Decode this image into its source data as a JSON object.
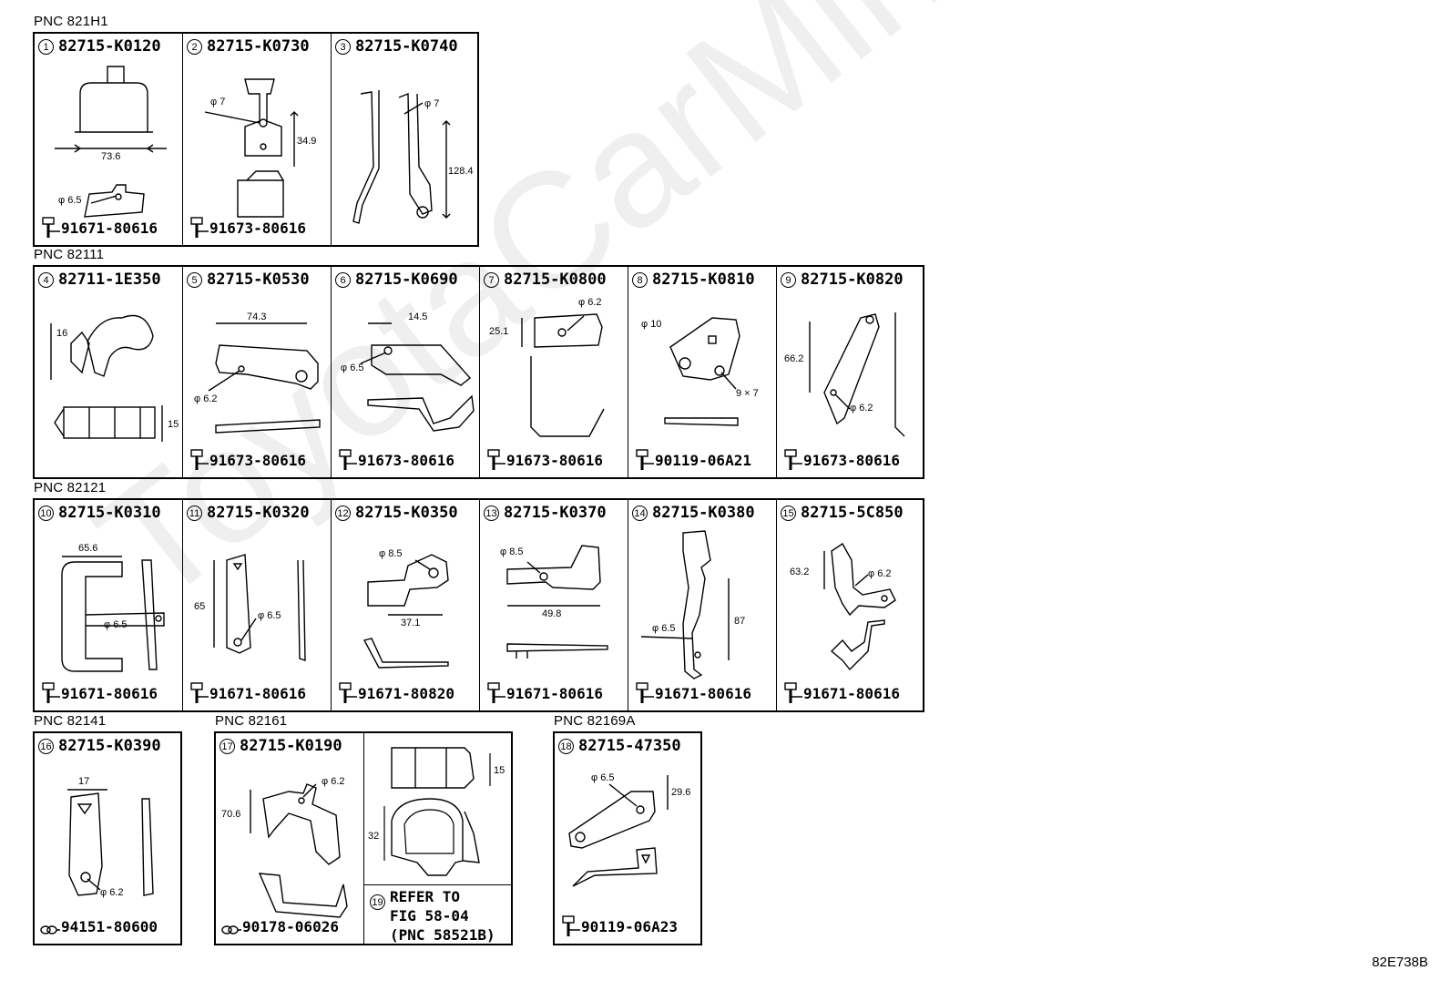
{
  "pnc_labels": {
    "g1": "PNC 821H1",
    "g2": "PNC 82111",
    "g3": "PNC 82121",
    "g4": "PNC 82141",
    "g5": "PNC 82161",
    "g6": "PNC 82169A"
  },
  "parts": [
    {
      "num": "1",
      "part": "82715-K0120",
      "bolt": "91671-80616",
      "dims": [
        "73.6",
        "φ 6.5"
      ]
    },
    {
      "num": "2",
      "part": "82715-K0730",
      "bolt": "91673-80616",
      "dims": [
        "φ 7",
        "34.9"
      ]
    },
    {
      "num": "3",
      "part": "82715-K0740",
      "bolt": "",
      "dims": [
        "φ 7",
        "128.4"
      ]
    },
    {
      "num": "4",
      "part": "82711-1E350",
      "bolt": "",
      "dims": [
        "16",
        "15"
      ]
    },
    {
      "num": "5",
      "part": "82715-K0530",
      "bolt": "91673-80616",
      "dims": [
        "74.3",
        "φ 6.2"
      ]
    },
    {
      "num": "6",
      "part": "82715-K0690",
      "bolt": "91673-80616",
      "dims": [
        "14.5",
        "φ 6.5"
      ]
    },
    {
      "num": "7",
      "part": "82715-K0800",
      "bolt": "91673-80616",
      "dims": [
        "φ 6.2",
        "25.1"
      ]
    },
    {
      "num": "8",
      "part": "82715-K0810",
      "bolt": "90119-06A21",
      "dims": [
        "φ 10",
        "9 × 7"
      ]
    },
    {
      "num": "9",
      "part": "82715-K0820",
      "bolt": "91673-80616",
      "dims": [
        "66.2",
        "φ 6.2"
      ]
    },
    {
      "num": "10",
      "part": "82715-K0310",
      "bolt": "91671-80616",
      "dims": [
        "65.6",
        "φ 6.5"
      ]
    },
    {
      "num": "11",
      "part": "82715-K0320",
      "bolt": "91671-80616",
      "dims": [
        "65",
        "φ 6.5"
      ]
    },
    {
      "num": "12",
      "part": "82715-K0350",
      "bolt": "91671-80820",
      "dims": [
        "φ 8.5",
        "37.1"
      ]
    },
    {
      "num": "13",
      "part": "82715-K0370",
      "bolt": "91671-80616",
      "dims": [
        "φ 8.5",
        "49.8"
      ]
    },
    {
      "num": "14",
      "part": "82715-K0380",
      "bolt": "91671-80616",
      "dims": [
        "87",
        "φ 6.5"
      ]
    },
    {
      "num": "15",
      "part": "82715-5C850",
      "bolt": "91671-80616",
      "dims": [
        "63.2",
        "φ 6.2"
      ]
    },
    {
      "num": "16",
      "part": "82715-K0390",
      "bolt": "94151-80600",
      "dims": [
        "17",
        "φ 6.2"
      ]
    },
    {
      "num": "17",
      "part": "82715-K0190",
      "bolt": "90178-06026",
      "dims": [
        "φ 6.2",
        "70.6"
      ]
    },
    {
      "num": "18",
      "part": "82715-47350",
      "bolt": "90119-06A23",
      "dims": [
        "φ 6.5",
        "29.6"
      ]
    }
  ],
  "clamp_dims": [
    "15",
    "32"
  ],
  "refer": {
    "num": "19",
    "line1": "REFER TO",
    "line2": "FIG 58-04",
    "line3": "(PNC 58521B)"
  },
  "watermark": "ToyotaCarMine.ru",
  "drawing_code": "82E738B"
}
